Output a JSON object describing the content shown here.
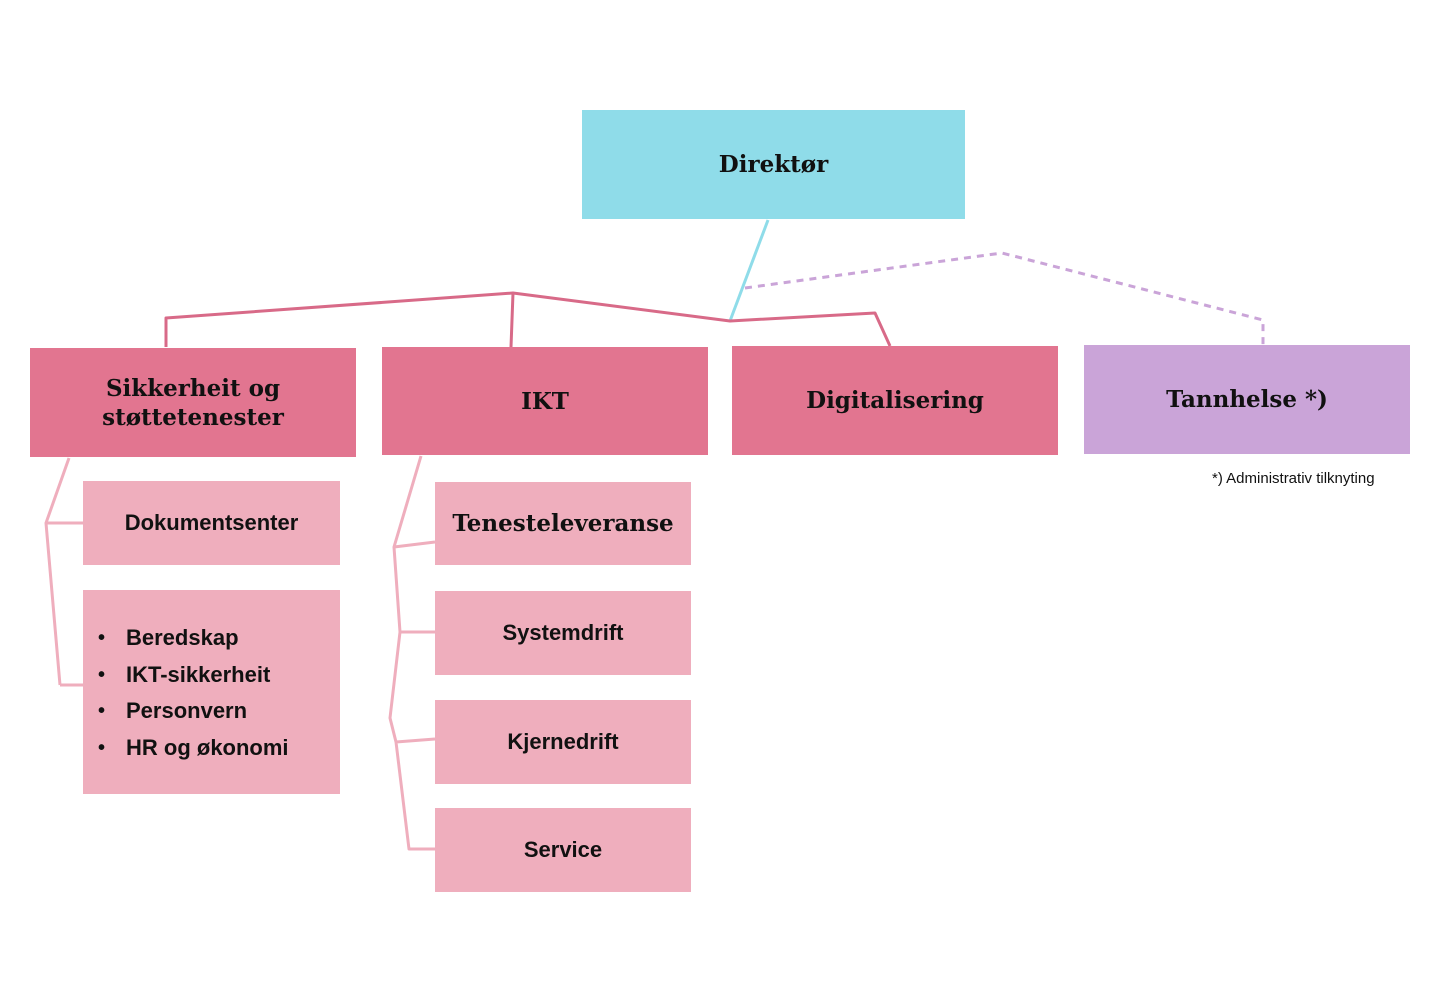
{
  "director": {
    "label": "Direktør"
  },
  "departments": [
    {
      "label_lines": [
        "Sikkerheit og",
        "støttetenester"
      ]
    },
    {
      "label": "IKT"
    },
    {
      "label": "Digitalisering"
    },
    {
      "label": "Tannhelse *)"
    }
  ],
  "sikkerheit_units": {
    "dokumentsenter": "Dokumentsenter",
    "bullets": [
      "Beredskap",
      "IKT-sikkerheit",
      "Personvern",
      "HR og økonomi"
    ]
  },
  "ikt_units": [
    "Tenesteleveranse",
    "Systemdrift",
    "Kjernedrift",
    "Service"
  ],
  "footnote": "*) Administrativ tilknyting",
  "colors": {
    "director": "#8fdce9",
    "department": "#e27590",
    "tannhelse": "#caa4d8",
    "sub_unit": "#efaebd",
    "connector_main": "#d86a88",
    "connector_director": "#8fdce9",
    "connector_admin": "#caa4d8",
    "connector_sub": "#efaebd"
  }
}
